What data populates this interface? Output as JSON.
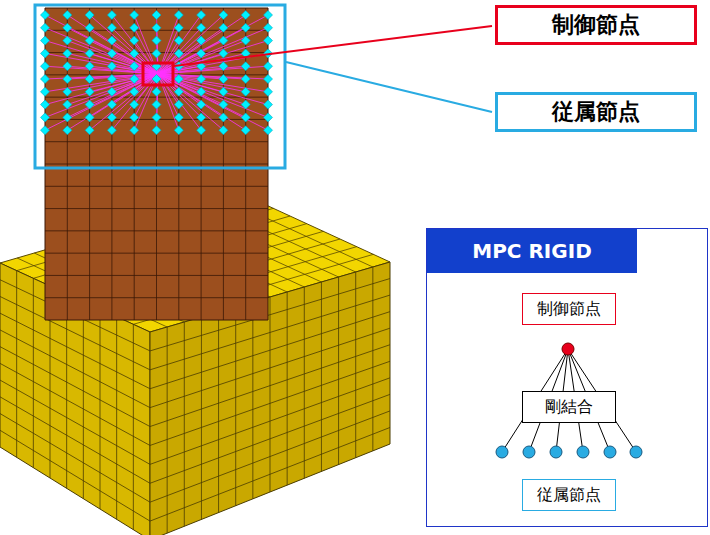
{
  "diagram": {
    "nodes": [
      {
        "text": [
          "制御節点"
        ]
      },
      {
        "text": [
          "従属節点"
        ]
      },
      {
        "text": [
          "MPC RIGID"
        ]
      },
      {
        "text": [
          "制御節点"
        ],
        "in": 2
      },
      {
        "text": [
          "剛結合"
        ],
        "in": 2
      },
      {
        "text": [
          "従属節点"
        ],
        "in": 2
      }
    ]
  }
}
